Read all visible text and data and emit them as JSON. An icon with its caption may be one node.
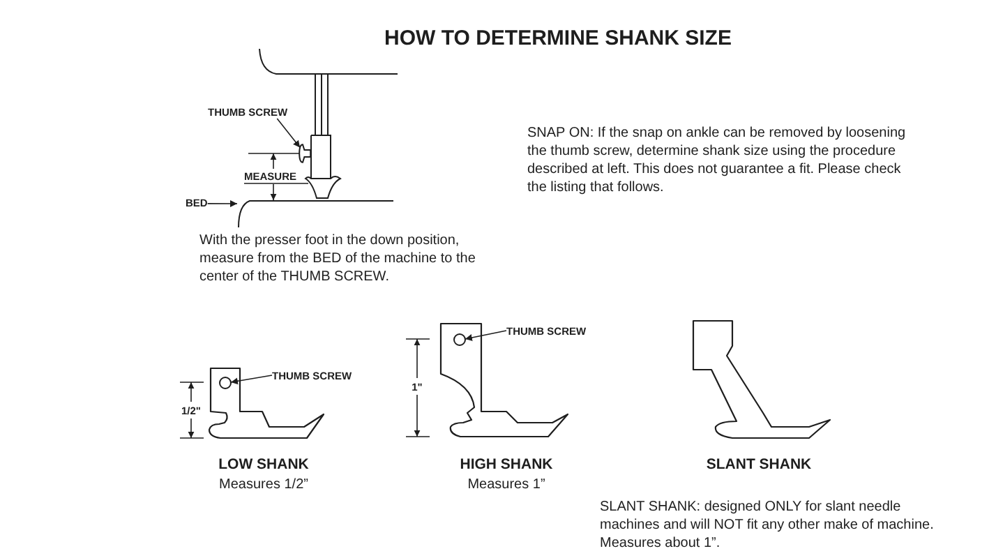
{
  "diagram": {
    "title": "HOW TO DETERMINE SHANK SIZE",
    "nodes": [
      {
        "text": [
          "THUMB SCREW"
        ]
      },
      {
        "text": [],
        "shape": "picture"
      },
      {
        "text": [
          "BED"
        ]
      },
      {
        "text": [],
        "shape": "line"
      },
      {
        "text": [
          "THUMB SCREW"
        ]
      },
      {
        "text": [],
        "shape": "circle"
      },
      {
        "text": [
          "THUMB SCREW"
        ]
      },
      {
        "text": [],
        "shape": "circle"
      }
    ],
    "edges": [
      {
        "from": 0,
        "to": 1,
        "arrow": "to"
      },
      {
        "from": 2,
        "to": 3,
        "arrow": "to"
      },
      {
        "from": 4,
        "to": 5,
        "arrow": "to"
      },
      {
        "from": 6,
        "to": 7,
        "arrow": "to"
      }
    ],
    "labels": [
      "MEASURE",
      "With the presser foot in the down position, measure from the BED of the machine to the center of the THUMB SCREW.",
      "SNAP ON: If the snap on ankle can be removed by loosening the thumb screw, determine shank size using the procedure described at left. This does not guarantee a fit. Please check the listing that follows.",
      "1/2\"",
      "LOW SHANK",
      "Measures 1/2”",
      "1\"",
      "HIGH SHANK",
      "Measures 1”",
      "SLANT SHANK",
      "SLANT SHANK: designed ONLY for slant needle machines and will NOT fit any other make of machine. Measures about 1”."
    ]
  }
}
